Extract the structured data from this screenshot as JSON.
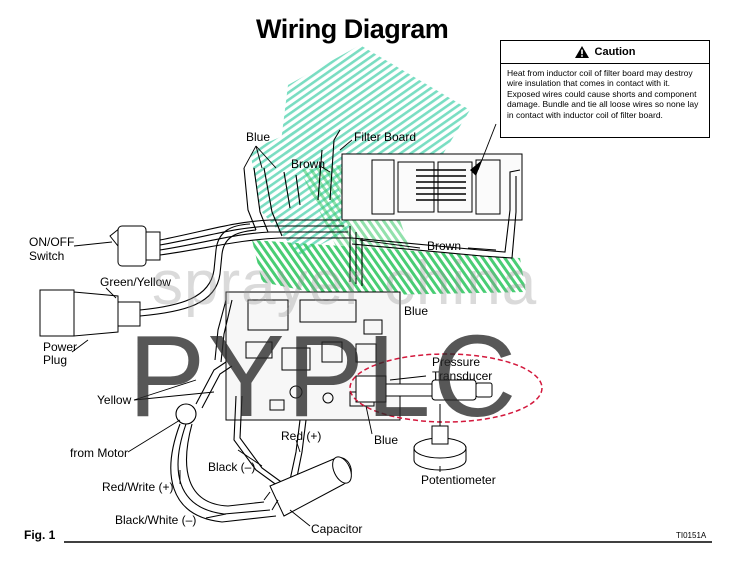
{
  "title": "Wiring Diagram",
  "caution": {
    "heading": "Caution",
    "text": "Heat from inductor coil of filter board may destroy wire insulation that comes in contact with it. Exposed wires could cause shorts and component damage. Bundle and tie all loose wires so none lay in contact with inductor coil of filter board."
  },
  "labels": {
    "blue_top": "Blue",
    "filter_board": "Filter Board",
    "brown_top": "Brown",
    "brown_right": "Brown",
    "on_off_switch_line1": "ON/OFF",
    "on_off_switch_line2": "Switch",
    "green_yellow": "Green/Yellow",
    "power_plug_line1": "Power",
    "power_plug_line2": "Plug",
    "blue_right": "Blue",
    "pressure_transducer_line1": "Pressure",
    "pressure_transducer_line2": "Transducer",
    "yellow": "Yellow",
    "red_plus": "Red (+)",
    "blue_bottom": "Blue",
    "from_motor": "from Motor",
    "black_minus": "Black (–)",
    "potentiometer": "Potentiometer",
    "red_write_plus": "Red/Write (+)",
    "black_white_minus": "Black/White (–)",
    "capacitor": "Capacitor"
  },
  "figure_label": "Fig. 1",
  "figure_code": "TI0151A",
  "watermark_small": "sprayer china",
  "watermark_big": "PYPLC",
  "icons": [
    "warning-triangle-icon"
  ],
  "colors": {
    "watermark_green": "#22c55e",
    "watermark_teal": "#5ad1b0",
    "highlight_circle": "#d3183c",
    "line": "#000000"
  }
}
